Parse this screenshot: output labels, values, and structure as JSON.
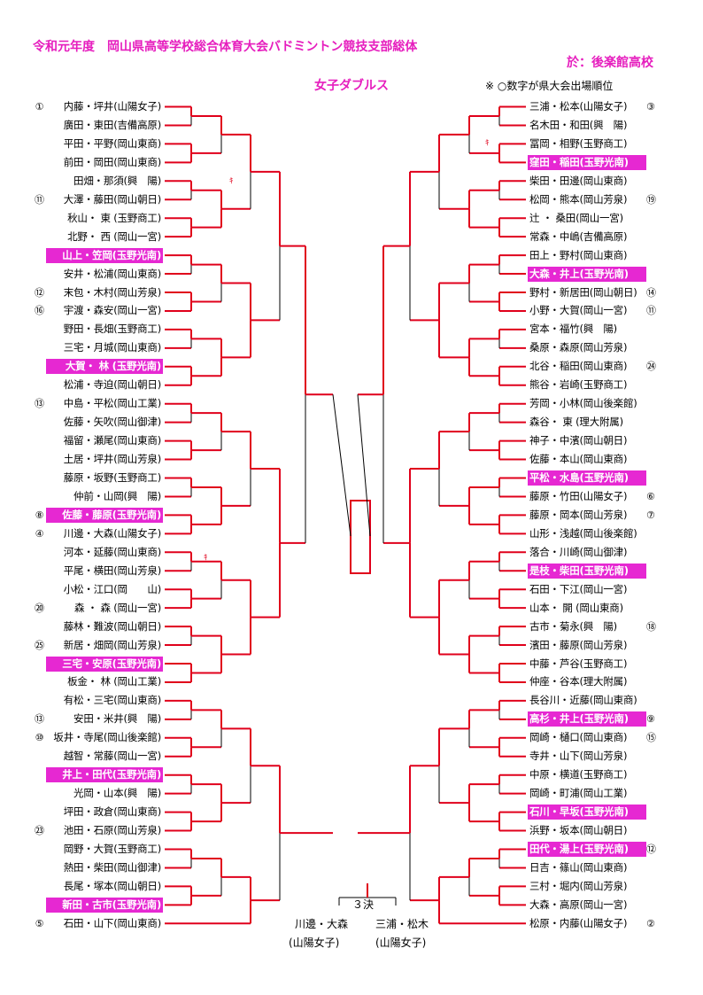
{
  "header": {
    "title": "令和元年度　岡山県高等学校総合体育大会バドミントン競技支部総体",
    "venue": "於：後楽館高校",
    "event": "女子ダブルス",
    "note": "※ ○数字が県大会出場順位"
  },
  "left_entries": [
    {
      "name": "内藤・坪井(山陽女子)",
      "seed": "①"
    },
    {
      "name": "廣田・東田(吉備高原)"
    },
    {
      "name": "平田・平野(岡山東商)"
    },
    {
      "name": "前田・岡田(岡山東商)"
    },
    {
      "name": "田畑・那須(興　陽)"
    },
    {
      "name": "大澤・藤田(岡山朝日)",
      "seed": "⑪"
    },
    {
      "name": "秋山・ 東 (玉野商工)"
    },
    {
      "name": "北野・ 西 (岡山一宮)"
    },
    {
      "name": "山上・笠岡(玉野光南)",
      "hl": true
    },
    {
      "name": "安井・松浦(岡山東商)"
    },
    {
      "name": "末包・木村(岡山芳泉)",
      "seed": "⑫"
    },
    {
      "name": "宇渡・森安(岡山一宮)",
      "seed": "⑯"
    },
    {
      "name": "野田・長畑(玉野商工)"
    },
    {
      "name": "三宅・月城(岡山東商)"
    },
    {
      "name": "大賀・ 林 (玉野光南)",
      "hl": true
    },
    {
      "name": "松浦・寺迫(岡山朝日)"
    },
    {
      "name": "中島・平松(岡山工業)",
      "seed": "⑬"
    },
    {
      "name": "佐藤・矢吹(岡山御津)"
    },
    {
      "name": "福留・瀬尾(岡山東商)"
    },
    {
      "name": "土居・坪井(岡山芳泉)"
    },
    {
      "name": "藤原・坂野(玉野商工)"
    },
    {
      "name": "仲前・山岡(興　陽)"
    },
    {
      "name": "佐藤・藤原(玉野光南)",
      "seed": "⑧",
      "hl": true
    },
    {
      "name": "川邊・大森(山陽女子)",
      "seed": "④"
    },
    {
      "name": "河本・延藤(岡山東商)"
    },
    {
      "name": "平尾・横田(岡山芳泉)"
    },
    {
      "name": "小松・江口(岡　　山)"
    },
    {
      "name": "森 ・ 森 (岡山一宮)",
      "seed": "⑳"
    },
    {
      "name": "藤林・難波(岡山朝日)"
    },
    {
      "name": "新居・畑岡(岡山芳泉)",
      "seed": "㉕"
    },
    {
      "name": "三宅・安原(玉野光南)",
      "hl": true
    },
    {
      "name": "板金・ 林 (岡山工業)"
    },
    {
      "name": "有松・三宅(岡山東商)"
    },
    {
      "name": "安田・米井(興　陽)",
      "seed": "⑬"
    },
    {
      "name": "坂井・寺尾(岡山後楽館)",
      "seed": "⑩"
    },
    {
      "name": "越智・常藤(岡山一宮)"
    },
    {
      "name": "井上・田代(玉野光南)",
      "hl": true
    },
    {
      "name": "光岡・山本(興　陽)"
    },
    {
      "name": "坪田・政倉(岡山東商)"
    },
    {
      "name": "池田・石原(岡山芳泉)",
      "seed": "㉓"
    },
    {
      "name": "岡野・大賀(玉野商工)"
    },
    {
      "name": "熱田・柴田(岡山御津)"
    },
    {
      "name": "長尾・塚本(岡山朝日)"
    },
    {
      "name": "新田・古市(玉野光南)",
      "hl": true
    },
    {
      "name": "石田・山下(岡山東商)",
      "seed": "⑤"
    }
  ],
  "right_entries": [
    {
      "name": "三浦・松本(山陽女子)",
      "seed": "③"
    },
    {
      "name": "名木田・和田(興　陽)"
    },
    {
      "name": "冨岡・相野(玉野商工)"
    },
    {
      "name": "窪田・稲田(玉野光南)",
      "hl": true
    },
    {
      "name": "柴田・田邊(岡山東商)"
    },
    {
      "name": "松岡・熊本(岡山芳泉)",
      "seed": "⑲"
    },
    {
      "name": "辻 ・ 桑田(岡山一宮)"
    },
    {
      "name": "常森・中嶋(吉備高原)"
    },
    {
      "name": "田上・野村(岡山東商)"
    },
    {
      "name": "大森・井上(玉野光南)",
      "hl": true
    },
    {
      "name": "野村・新居田(岡山朝日)",
      "seed": "⑭"
    },
    {
      "name": "小野・大賀(岡山一宮)",
      "seed": "⑪"
    },
    {
      "name": "宮本・福竹(興　陽)"
    },
    {
      "name": "桑原・森原(岡山芳泉)"
    },
    {
      "name": "北谷・稲田(岡山東商)",
      "seed": "㉔"
    },
    {
      "name": "熊谷・岩崎(玉野商工)"
    },
    {
      "name": "芳岡・小林(岡山後楽館)"
    },
    {
      "name": "森谷・ 東 (理大附属)"
    },
    {
      "name": "神子・中濱(岡山朝日)"
    },
    {
      "name": "佐藤・本山(岡山東商)"
    },
    {
      "name": "平松・水島(玉野光南)",
      "hl": true
    },
    {
      "name": "藤原・竹田(山陽女子)",
      "seed": "⑥"
    },
    {
      "name": "藤原・岡本(岡山芳泉)",
      "seed": "⑦"
    },
    {
      "name": "山形・浅越(岡山後楽館)"
    },
    {
      "name": "落合・川崎(岡山御津)"
    },
    {
      "name": "是枝・柴田(玉野光南)",
      "hl": true
    },
    {
      "name": "石田・下江(岡山一宮)"
    },
    {
      "name": "山本・ 開 (岡山東商)"
    },
    {
      "name": "古市・菊永(興　陽)",
      "seed": "⑱"
    },
    {
      "name": "濱田・藤原(岡山芳泉)"
    },
    {
      "name": "中藤・芦谷(玉野商工)"
    },
    {
      "name": "仲座・谷本(理大附属)"
    },
    {
      "name": "長谷川・近藤(岡山東商)"
    },
    {
      "name": "高杉・井上(玉野光南)",
      "seed": "⑨",
      "hl": true
    },
    {
      "name": "岡崎・樋口(岡山東商)",
      "seed": "⑮"
    },
    {
      "name": "寺井・山下(岡山芳泉)"
    },
    {
      "name": "中原・横道(玉野商工)"
    },
    {
      "name": "岡崎・町浦(岡山工業)"
    },
    {
      "name": "石川・早坂(玉野光南)",
      "hl": true
    },
    {
      "name": "浜野・坂本(岡山朝日)"
    },
    {
      "name": "田代・湯上(玉野光南)",
      "seed": "⑫",
      "hl": true
    },
    {
      "name": "日吉・篠山(岡山東商)"
    },
    {
      "name": "三村・堀内(岡山芳泉)"
    },
    {
      "name": "大森・高原(岡山一宮)"
    },
    {
      "name": "松原・内藤(山陽女子)",
      "seed": "②"
    }
  ],
  "third_place": {
    "label": "３決",
    "left_pair": "川邊・大森",
    "left_school": "(山陽女子)",
    "right_pair": "三浦・松木",
    "right_school": "(山陽女子)"
  },
  "abstain_mark": "ｷ",
  "colors": {
    "highlight": "#e628d2",
    "winner_line": "#e0001b",
    "loser_line": "#000000",
    "header": "#e61ebe"
  }
}
